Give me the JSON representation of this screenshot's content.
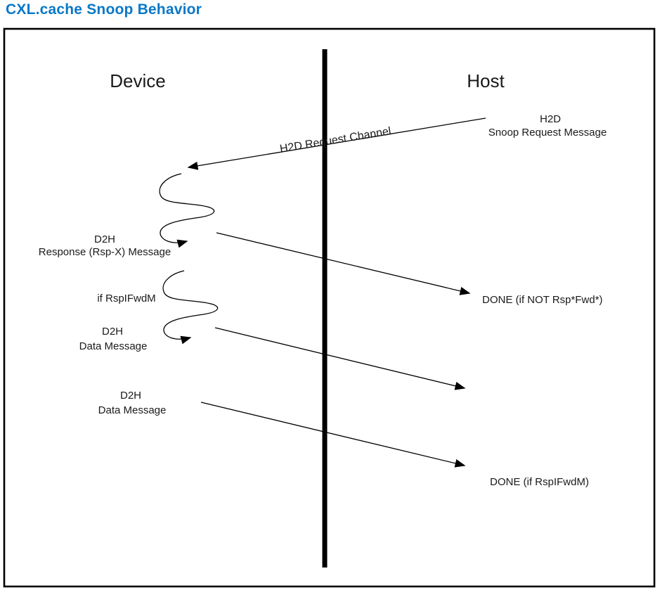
{
  "title": "CXL.cache Snoop Behavior",
  "colors": {
    "title_blue": "#0a78c8",
    "line_black": "#000000"
  },
  "diagram": {
    "device_label": "Device",
    "host_label": "Host",
    "h2d_snoop_line1": "H2D",
    "h2d_snoop_line2": "Snoop Request Message",
    "request_channel_label": "H2D Request Channel",
    "d2h_response_line1": "D2H",
    "d2h_response_line2": "Response (Rsp-X) Message",
    "done_not_rspfwd_label": "DONE (if NOT Rsp*Fwd*)",
    "if_rspifwdm_label": "if RspIFwdM",
    "d2h_data1_line1": "D2H",
    "d2h_data1_line2": "Data Message",
    "d2h_data2_line1": "D2H",
    "d2h_data2_line2": "Data Message",
    "done_rspifwdm_label": "DONE (if RspIFwdM)"
  }
}
